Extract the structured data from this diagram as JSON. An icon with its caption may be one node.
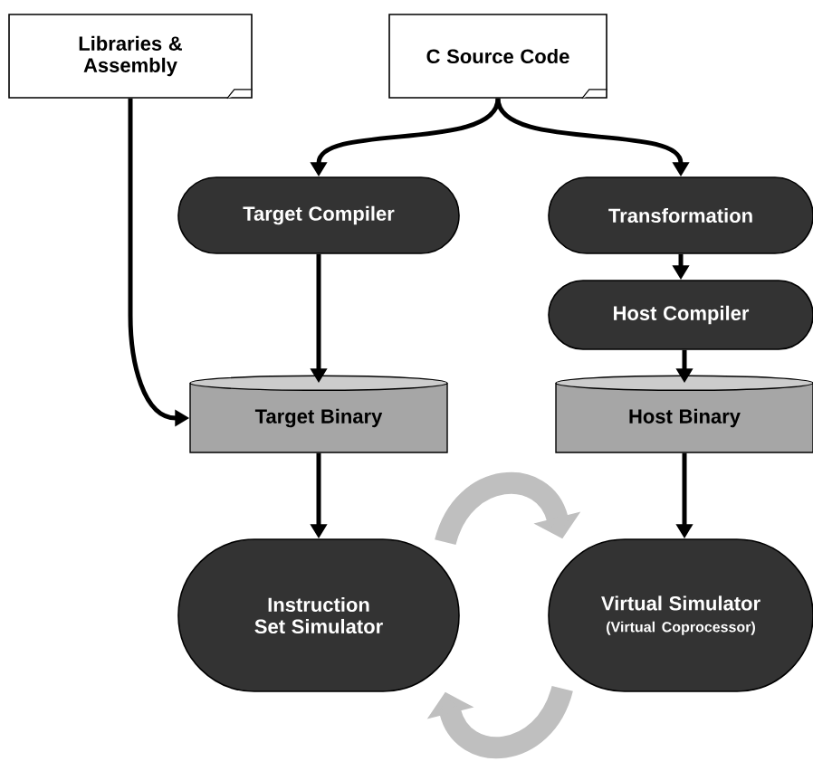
{
  "diagram": {
    "nodes": [
      {
        "text": [
          "Libraries & Assembly"
        ]
      },
      {
        "text": [
          "C Source Code"
        ]
      },
      {
        "text": [
          "Target Compiler"
        ]
      },
      {
        "text": [
          "Transformation"
        ]
      },
      {
        "text": [
          "Host Compiler"
        ]
      },
      {
        "text": [
          "Target Binary"
        ]
      },
      {
        "text": [
          "Host Binary"
        ]
      },
      {
        "text": [
          "Instruction Set Simulator"
        ]
      },
      {
        "text": [
          "Virtual Simulator",
          "(Virtual Coprocessor)"
        ]
      }
    ],
    "edges": [
      {
        "from": 0,
        "to": 5,
        "arrow": "to"
      },
      {
        "from": 1,
        "to": 2,
        "arrow": "to"
      },
      {
        "from": 1,
        "to": 3,
        "arrow": "to"
      },
      {
        "from": 2,
        "to": 5,
        "arrow": "to"
      },
      {
        "from": 3,
        "to": 4,
        "arrow": "to"
      },
      {
        "from": 4,
        "to": 6,
        "arrow": "to"
      },
      {
        "from": 5,
        "to": 7,
        "arrow": "to"
      },
      {
        "from": 6,
        "to": 8,
        "arrow": "to"
      },
      {
        "from": 7,
        "to": 8,
        "arrow": "to",
        "style": "thick",
        "color": "#bfbfbf"
      },
      {
        "from": 8,
        "to": 7,
        "arrow": "to",
        "style": "thick",
        "color": "#bfbfbf"
      }
    ]
  }
}
